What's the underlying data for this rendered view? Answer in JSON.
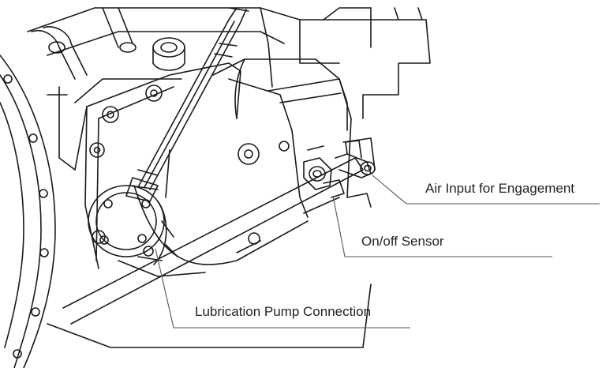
{
  "labels": {
    "air_input": "Air Input for Engagement",
    "sensor": "On/off Sensor",
    "pump": "Lubrication Pump Connection"
  },
  "colors": {
    "line": "#1a1a1a",
    "leader": "#555555",
    "background": "#ffffff"
  }
}
